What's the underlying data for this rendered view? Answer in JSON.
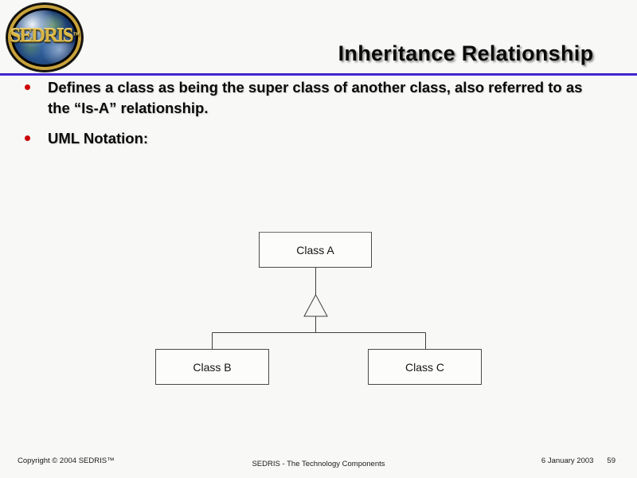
{
  "logo": {
    "wordmark": "SEDRIS",
    "trademark": "™"
  },
  "title": "Inheritance Relationship",
  "bullets": [
    "Defines a class as being the super class of another class, also referred to as the “Is-A” relationship.",
    "UML Notation:"
  ],
  "diagram": {
    "type": "uml-class-inheritance",
    "superclass": {
      "label": "Class A"
    },
    "subclasses": [
      {
        "label": "Class B"
      },
      {
        "label": "Class C"
      }
    ]
  },
  "footer": {
    "copyright": "Copyright © 2004 SEDRIS™",
    "deck_title": "SEDRIS - The Technology Components",
    "date": "6 January 2003",
    "page": "59"
  },
  "colors": {
    "divider_blue": "#3B23C8",
    "bullet_red": "#CC0000",
    "logo_gold": "#D4AF37",
    "box_border": "#4A4A4A",
    "background": "#F8F8F6"
  }
}
